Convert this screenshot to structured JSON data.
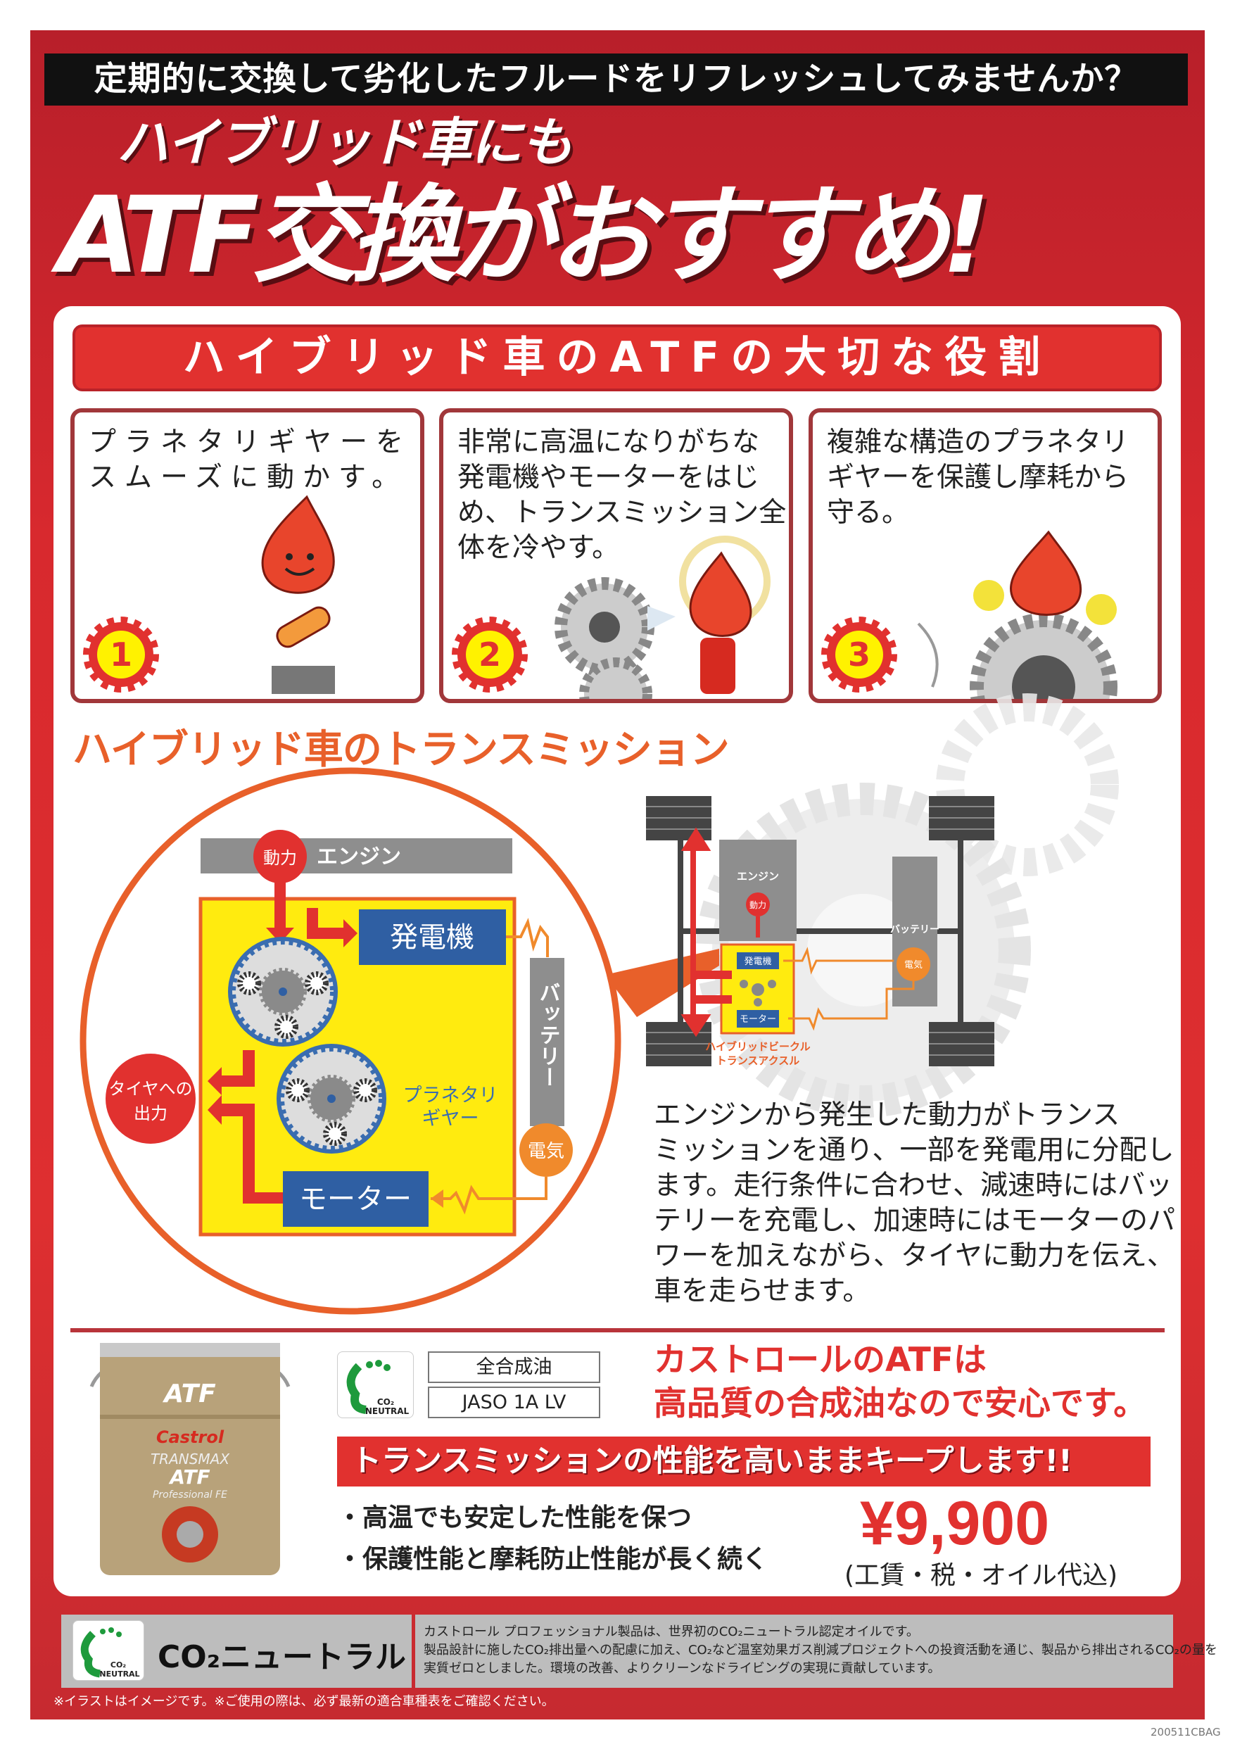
{
  "banner": "定期的に交換して劣化したフルードをリフレッシュしてみませんか？",
  "headline": {
    "line1": "ハイブリッド車にも",
    "line2": "ATF交換がおすすめ!"
  },
  "roles": {
    "title": "ハイブリッド車のATFの大切な役割",
    "cards": [
      {
        "number": "1",
        "lines": [
          "プラネタリギヤーを",
          "スムーズに動かす。"
        ]
      },
      {
        "number": "2",
        "lines": [
          "非常に高温になりがちな",
          "発電機やモーターをはじ",
          "め、トランスミッション全",
          "体を冷やす。"
        ]
      },
      {
        "number": "3",
        "lines": [
          "複雑な構造のプラネタリ",
          "ギヤーを保護し摩耗から",
          "守る。"
        ]
      }
    ]
  },
  "transmission": {
    "title": "ハイブリッド車のトランスミッション",
    "left_diagram": {
      "engine": "エンジン",
      "power": "動力",
      "generator": "発電機",
      "battery": "バッテリー",
      "electricity": "電気",
      "planetary": [
        "プラネタリ",
        "ギヤー"
      ],
      "motor": "モーター",
      "output": [
        "タイヤへの",
        "出力"
      ]
    },
    "right_diagram": {
      "engine": "エンジン",
      "power": "動力",
      "generator": "発電機",
      "motor": "モーター",
      "battery": "バッテリー",
      "electricity": "電気",
      "transaxle": [
        "ハイブリッドビークル",
        "トランスアクスル"
      ]
    },
    "description": [
      "エンジンから発生した動力がトランス",
      "ミッションを通り、一部を発電用に分配し",
      "ます。走行条件に合わせ、減速時にはバッ",
      "テリーを充電し、加速時にはモーターのパ",
      "ワーを加えながら、タイヤに動力を伝え、",
      "車を走らせます。"
    ]
  },
  "product": {
    "can": {
      "top": "ATF",
      "brand": "Castrol",
      "line1": "TRANSMAX",
      "line2": "ATF",
      "line3": "Professional FE"
    },
    "co2_logo": "CO2 NEUTRAL",
    "specs": [
      "全合成油",
      "JASO 1A LV"
    ],
    "headline": [
      "カストロールのATFは",
      "高品質の合成油なので安心です。"
    ],
    "banner": "トランスミッションの性能を高いままキープします!!",
    "bullets": [
      "・高温でも安定した性能を保つ",
      "・保護性能と摩耗防止性能が長く続く"
    ],
    "price": "¥9,900",
    "price_note": "(工賃・税・オイル代込)"
  },
  "footer": {
    "title": "CO₂ニュートラル",
    "text": [
      "カストロール プロフェッショナル製品は、世界初のCO₂ニュートラル認定オイルです。",
      "製品設計に施したCO₂排出量への配慮に加え、CO₂など温室効果ガス削減プロジェクトへの投資活動を通じ、製品から排出されるCO₂の量を",
      "実質ゼロとしました。環境の改善、よりクリーンなドライビングの実現に貢献しています。"
    ],
    "note": "※イラストはイメージです。※ご使用の際は、必ず最新の適合車種表をご確認ください。",
    "code": "200511CBAG"
  },
  "colors": {
    "red": "#e1312f",
    "orange": "#e8602a",
    "yellow": "#ffeb0f",
    "blue": "#2f5fa3",
    "gray": "#8c8c8c"
  }
}
